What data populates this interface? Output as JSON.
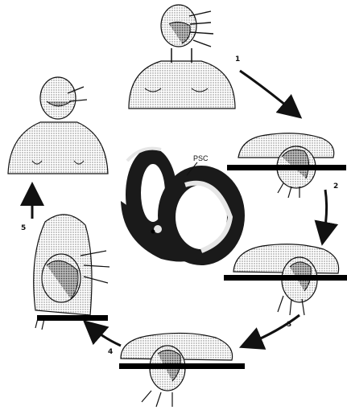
{
  "figure": {
    "canal_label": "PSC",
    "steps": [
      {
        "number": "1"
      },
      {
        "number": "2"
      },
      {
        "number": "3"
      },
      {
        "number": "4"
      },
      {
        "number": "5"
      }
    ]
  },
  "colors": {
    "ink": "#111111",
    "body_shading": "#c9c9c9",
    "hair_shading": "#9a9a9a",
    "canal": "#1a1a1a",
    "canal_highlight": "#e6e6e6",
    "table": "#000000",
    "paper": "#ffffff"
  }
}
